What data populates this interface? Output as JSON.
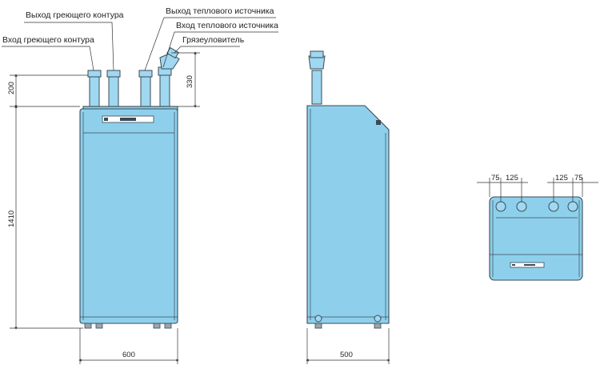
{
  "labels": {
    "heating_out": "Выход греющего контура",
    "heating_in": "Вход греющего контура",
    "source_out": "Выход теплового источника",
    "source_in": "Вход теплового источника",
    "strainer": "Грязеуловитель"
  },
  "dimensions": {
    "pipe_height": "200",
    "body_height": "1410",
    "strainer_height": "330",
    "width": "600",
    "depth": "500",
    "top_left_offset": "75",
    "top_left_spacing": "125",
    "top_right_spacing": "125",
    "top_right_offset": "75"
  },
  "colors": {
    "body": "#8ed0ec",
    "outline": "#3b4a56"
  }
}
